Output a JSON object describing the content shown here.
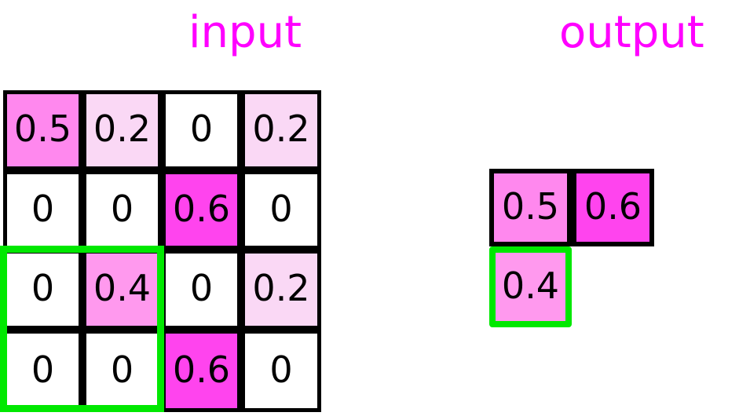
{
  "titles": {
    "input": "input",
    "output": "output"
  },
  "colors": {
    "title": "#ff00ff",
    "highlight": "#00e800",
    "grid_border": "#000000",
    "value_0": "#ffffff",
    "value_0_2": "#fad8f5",
    "value_0_4": "#ff99ee",
    "value_0_5": "#ff88ee",
    "value_0_6": "#ff44ee"
  },
  "input": {
    "rows": 4,
    "cols": 4,
    "cells": [
      [
        {
          "value": "0.5",
          "fill": "#ff88ee"
        },
        {
          "value": "0.2",
          "fill": "#fad8f5"
        },
        {
          "value": "0",
          "fill": "#ffffff"
        },
        {
          "value": "0.2",
          "fill": "#fad8f5"
        }
      ],
      [
        {
          "value": "0",
          "fill": "#ffffff"
        },
        {
          "value": "0",
          "fill": "#ffffff"
        },
        {
          "value": "0.6",
          "fill": "#ff44ee"
        },
        {
          "value": "0",
          "fill": "#ffffff"
        }
      ],
      [
        {
          "value": "0",
          "fill": "#ffffff"
        },
        {
          "value": "0.4",
          "fill": "#ff99ee"
        },
        {
          "value": "0",
          "fill": "#ffffff"
        },
        {
          "value": "0.2",
          "fill": "#fad8f5"
        }
      ],
      [
        {
          "value": "0",
          "fill": "#ffffff"
        },
        {
          "value": "0",
          "fill": "#ffffff"
        },
        {
          "value": "0.6",
          "fill": "#ff44ee"
        },
        {
          "value": "0",
          "fill": "#ffffff"
        }
      ]
    ],
    "selection": {
      "row_start": 2,
      "row_end": 3,
      "col_start": 0,
      "col_end": 1
    }
  },
  "output": {
    "cells": [
      {
        "value": "0.5",
        "fill": "#ff88ee",
        "row": 0,
        "col": 0,
        "highlighted": false
      },
      {
        "value": "0.6",
        "fill": "#ff44ee",
        "row": 0,
        "col": 1,
        "highlighted": false
      },
      {
        "value": "0.4",
        "fill": "#ff99ee",
        "row": 1,
        "col": 0,
        "highlighted": true
      }
    ]
  }
}
